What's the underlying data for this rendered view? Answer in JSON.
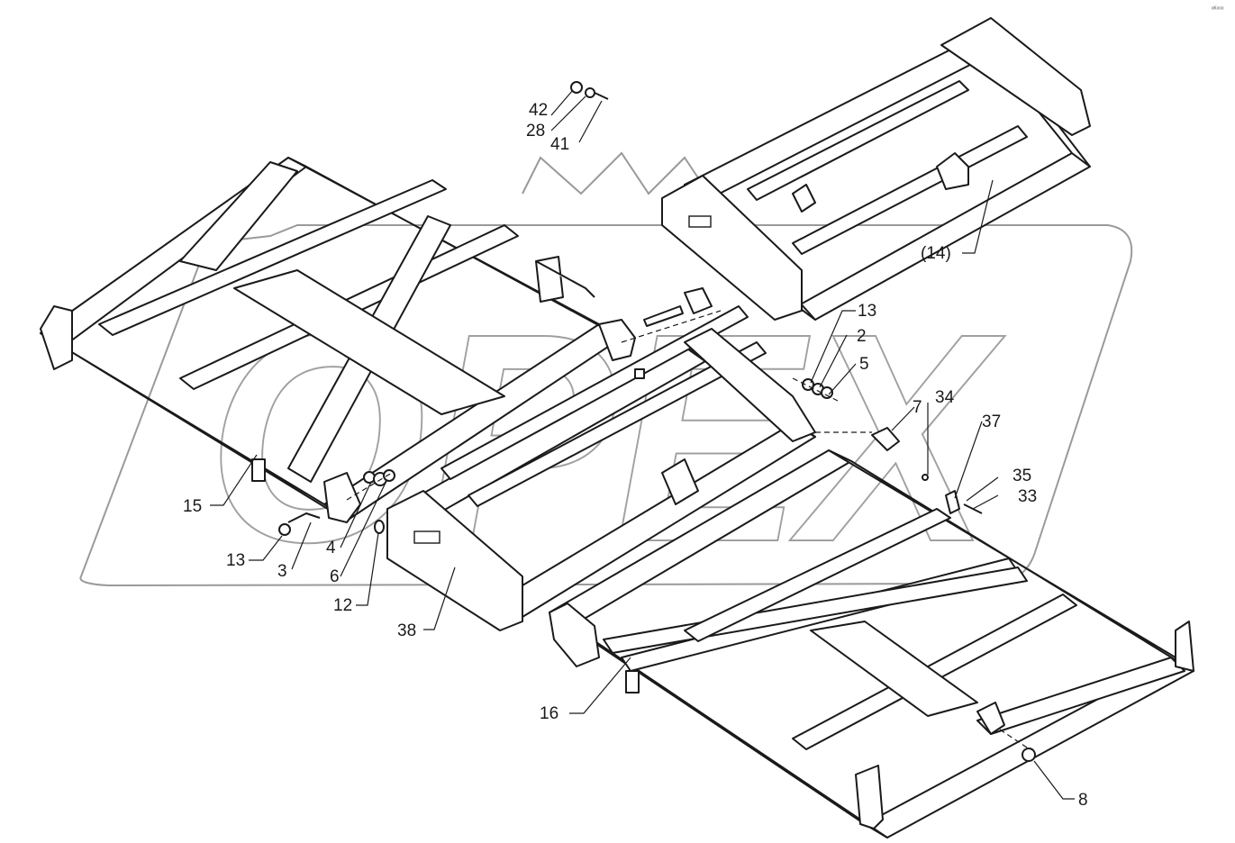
{
  "diagram": {
    "corner_mark": "ᵉᴷᵒᵒᵒ",
    "watermark_text": "OPEX",
    "callouts": [
      {
        "id": "c42",
        "text": "42"
      },
      {
        "id": "c28",
        "text": "28"
      },
      {
        "id": "c41",
        "text": "41"
      },
      {
        "id": "c14",
        "text": "(14)"
      },
      {
        "id": "c13a",
        "text": "13"
      },
      {
        "id": "c2",
        "text": "2"
      },
      {
        "id": "c5",
        "text": "5"
      },
      {
        "id": "c7",
        "text": "7"
      },
      {
        "id": "c34",
        "text": "34"
      },
      {
        "id": "c37",
        "text": "37"
      },
      {
        "id": "c35",
        "text": "35"
      },
      {
        "id": "c33",
        "text": "33"
      },
      {
        "id": "c15",
        "text": "15"
      },
      {
        "id": "c13b",
        "text": "13"
      },
      {
        "id": "c3",
        "text": "3"
      },
      {
        "id": "c4",
        "text": "4"
      },
      {
        "id": "c6",
        "text": "6"
      },
      {
        "id": "c12",
        "text": "12"
      },
      {
        "id": "c38",
        "text": "38"
      },
      {
        "id": "c16",
        "text": "16"
      },
      {
        "id": "c8",
        "text": "8"
      }
    ]
  }
}
